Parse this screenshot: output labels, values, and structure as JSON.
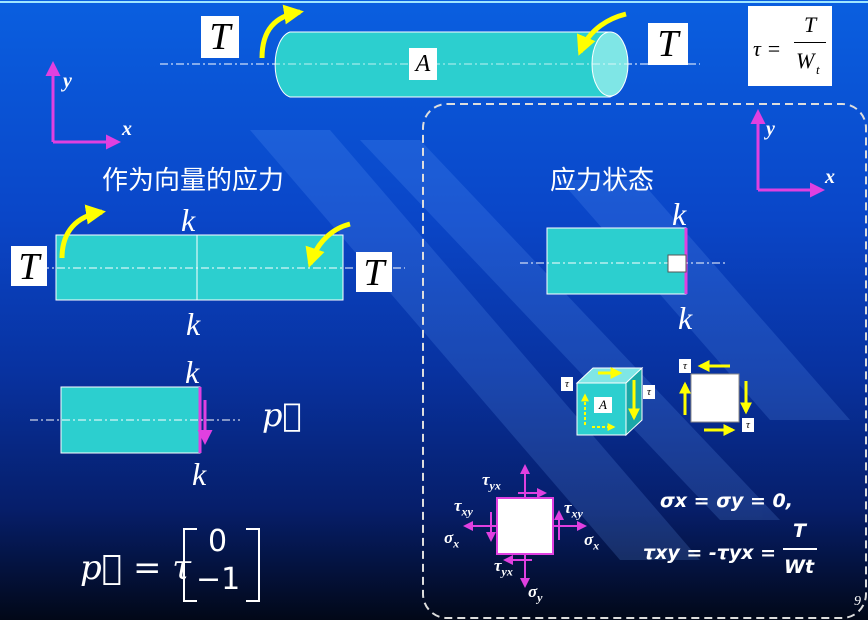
{
  "labels": {
    "torque": "T",
    "point_a": "A",
    "section": "k",
    "axis_x": "x",
    "axis_y": "y",
    "tau": "τ",
    "heading_vector": "作为向量的应力",
    "heading_state": "应力状态",
    "p_vec": "p⃗",
    "page_number": "9"
  },
  "formula_top": {
    "lhs": "τ =",
    "num": "T",
    "den": "W",
    "den_sub": "t"
  },
  "formula_p": {
    "lhs": "p⃗ = τ",
    "m1": "0",
    "m2": "−1"
  },
  "stress_labels": {
    "tau_xy": "τ",
    "tau_xy_sub": "xy",
    "tau_yx": "τ",
    "tau_yx_sub": "yx",
    "sigma_x": "σ",
    "sigma_x_sub": "x",
    "sigma_y": "σ",
    "sigma_y_sub": "y"
  },
  "result_formula": {
    "line1": "σx = σy = 0,",
    "line2_lhs": "τxy = -τyx =",
    "num": "T",
    "den": "Wt"
  },
  "colors": {
    "cyan": "#2ccfcf",
    "magenta": "#e040e0",
    "yellow": "#ffff00"
  }
}
